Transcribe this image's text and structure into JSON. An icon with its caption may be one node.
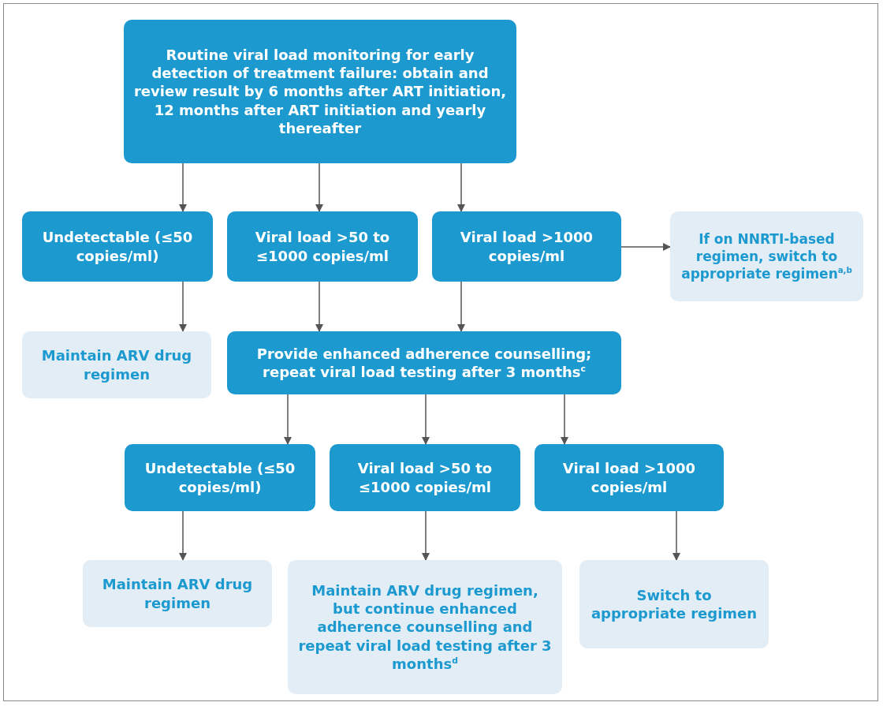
{
  "diagram": {
    "nodes": [
      {
        "text": [
          "Routine viral load monitoring for early detection of treatment failure: obtain and review result by 6 months after ART initiation, 12 months after ART initiation and yearly thereafter"
        ]
      },
      {
        "text": [
          "Undetectable (≤50 copies/ml)"
        ]
      },
      {
        "text": [
          "Viral load >50 to ≤1000 copies/ml"
        ]
      },
      {
        "text": [
          "Viral load >1000 copies/ml"
        ]
      },
      {
        "text": [
          "If on NNRTI-based regimen, switch to appropriate regimen$^{a,b}$"
        ]
      },
      {
        "text": [
          "Maintain ARV drug regimen"
        ]
      },
      {
        "text": [
          "Provide enhanced adherence counselling; repeat viral load testing after 3 months$^{c}$"
        ]
      },
      {
        "text": [
          "Undetectable (≤50 copies/ml)"
        ]
      },
      {
        "text": [
          "Viral load >50 to ≤1000 copies/ml"
        ]
      },
      {
        "text": [
          "Viral load >1000 copies/ml"
        ]
      },
      {
        "text": [
          "Maintain ARV drug regimen"
        ]
      },
      {
        "text": [
          "Maintain ARV drug regimen, but continue enhanced adherence counselling and repeat viral load testing after 3 months$^{d}$"
        ]
      },
      {
        "text": [
          "Switch to appropriate regimen"
        ]
      }
    ],
    "edges": [
      {
        "from": 0,
        "to": 1,
        "arrow": "to"
      },
      {
        "from": 0,
        "to": 2,
        "arrow": "to"
      },
      {
        "from": 0,
        "to": 3,
        "arrow": "to"
      },
      {
        "from": 3,
        "to": 4,
        "arrow": "to"
      },
      {
        "from": 1,
        "to": 5,
        "arrow": "to"
      },
      {
        "from": 2,
        "to": 6,
        "arrow": "to"
      },
      {
        "from": 3,
        "to": 6,
        "arrow": "to"
      },
      {
        "from": 6,
        "to": 7,
        "arrow": "to"
      },
      {
        "from": 6,
        "to": 8,
        "arrow": "to"
      },
      {
        "from": 6,
        "to": 9,
        "arrow": "to"
      },
      {
        "from": 7,
        "to": 10,
        "arrow": "to"
      },
      {
        "from": 8,
        "to": 11,
        "arrow": "to"
      },
      {
        "from": 9,
        "to": 12,
        "arrow": "to"
      }
    ]
  }
}
